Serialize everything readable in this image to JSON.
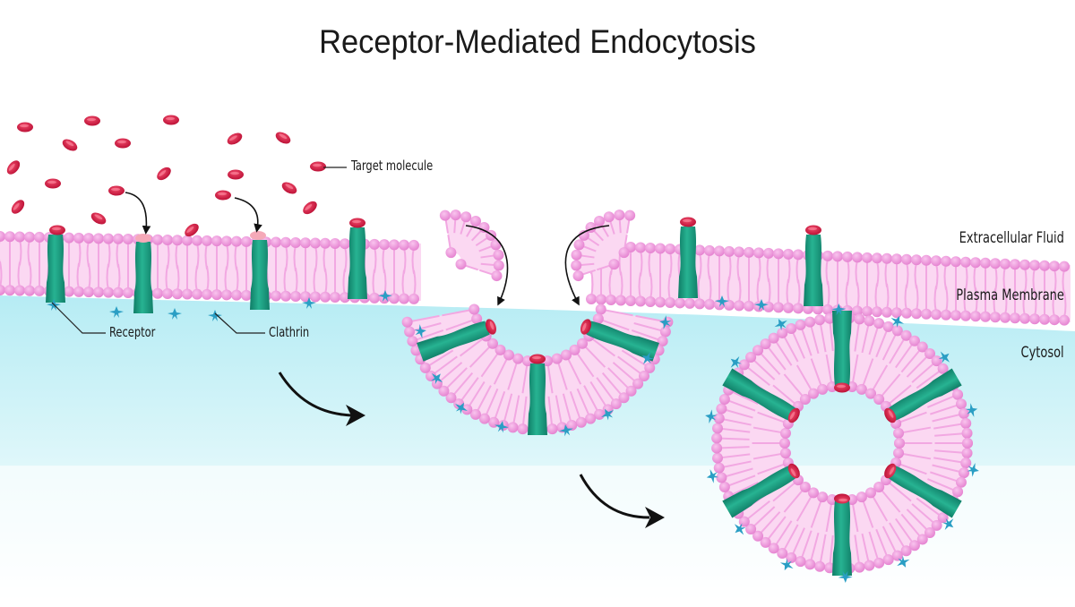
{
  "title": "Receptor-Mediated Endocytosis",
  "labels": {
    "target_molecule": "Target molecule",
    "receptor": "Receptor",
    "clathrin": "Clathrin",
    "extracellular_fluid": "Extracellular Fluid",
    "plasma_membrane": "Plasma Membrane",
    "cytosol": "Cytosol"
  },
  "colors": {
    "lipid_head": "#ec8fd6",
    "lipid_tail": "#f2a8e2",
    "membrane_fill": "#fbd8f2",
    "receptor": "#1fa386",
    "receptor_dark": "#117a63",
    "target_molecule": "#d4163d",
    "bound_site": "#f5a9b8",
    "clathrin": "#2a9ec4",
    "cytosol_top": "#bfeef5",
    "arrow": "#111111",
    "text": "#1a1a1a"
  },
  "stages": [
    "binding",
    "invagination",
    "coated-vesicle"
  ]
}
